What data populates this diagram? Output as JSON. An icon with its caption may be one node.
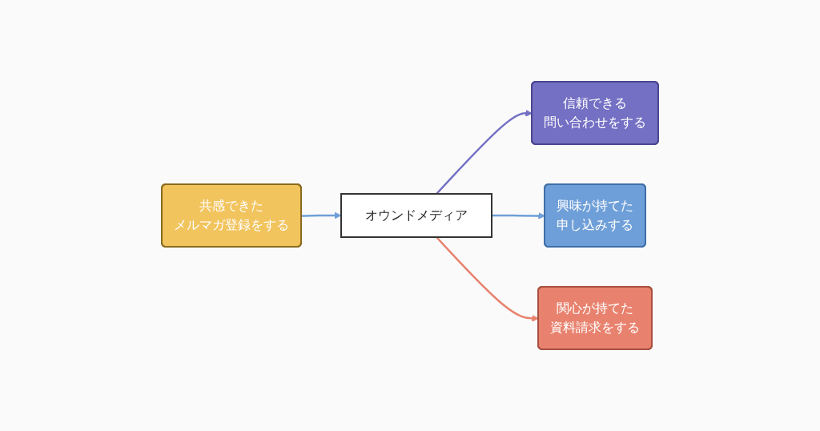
{
  "diagram": {
    "nodes": [
      {
        "text": [
          "オウンドメディア"
        ]
      },
      {
        "text": [
          "共感できた",
          "メルマガ登録をする"
        ]
      },
      {
        "text": [
          "信頼できる",
          "問い合わせをする"
        ]
      },
      {
        "text": [
          "興味が持てた",
          "申し込みする"
        ]
      },
      {
        "text": [
          "関心が持てた",
          "資料請求をする"
        ]
      }
    ],
    "edges": [
      {
        "from": 1,
        "to": 0,
        "arrow": "to",
        "color": "#6f9fd8"
      },
      {
        "from": 0,
        "to": 2,
        "arrow": "to",
        "color": "#7470c4"
      },
      {
        "from": 0,
        "to": 3,
        "arrow": "to",
        "color": "#6f9fd8"
      },
      {
        "from": 0,
        "to": 4,
        "arrow": "to",
        "color": "#e8826e"
      }
    ]
  }
}
